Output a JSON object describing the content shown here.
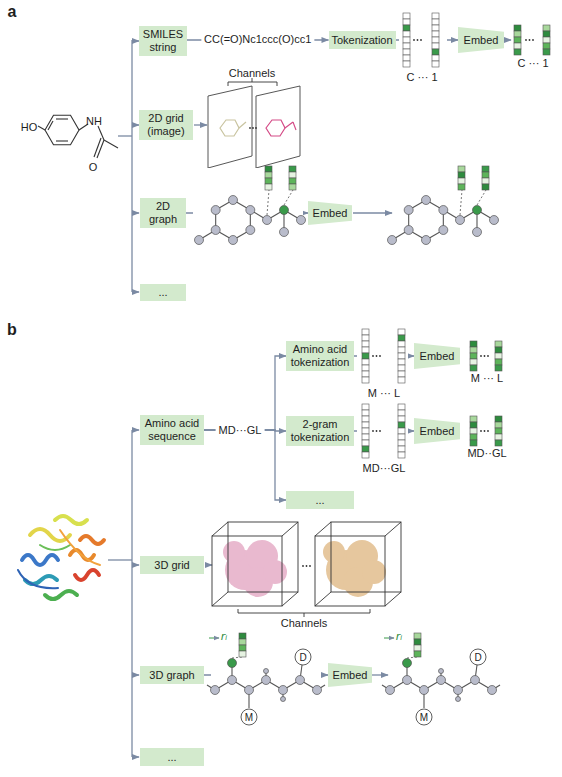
{
  "diagram": {
    "nodes": [
      {
        "text": [
          "SMILES string"
        ]
      },
      {
        "text": [
          "Tokenization"
        ]
      },
      {
        "text": [
          "Embed"
        ]
      },
      {
        "text": [
          "2D grid (image)"
        ]
      },
      {
        "text": [
          "2D graph"
        ]
      },
      {
        "text": [
          "Embed"
        ]
      },
      {
        "text": [
          "..."
        ]
      },
      {
        "text": [
          "Amino acid sequence"
        ]
      },
      {
        "text": [
          "Amino acid tokenization"
        ]
      },
      {
        "text": [
          "Embed"
        ]
      },
      {
        "text": [
          "2-gram tokenization"
        ]
      },
      {
        "text": [
          "Embed"
        ]
      },
      {
        "text": [
          "..."
        ]
      },
      {
        "text": [
          "3D grid"
        ]
      },
      {
        "text": [
          "3D graph"
        ]
      },
      {
        "text": [
          "Embed"
        ]
      },
      {
        "text": [
          "..."
        ]
      }
    ],
    "edges": [
      {
        "from": 0,
        "to": 1,
        "arrow": "to",
        "label": "CC(=O)Nc1ccc(O)cc1"
      },
      {
        "from": 1,
        "to": 2,
        "arrow": "to"
      },
      {
        "from": 4,
        "to": 5,
        "arrow": "to"
      },
      {
        "from": 7,
        "to": 8,
        "arrow": "to"
      },
      {
        "from": 7,
        "to": 10,
        "arrow": "to"
      },
      {
        "from": 7,
        "to": 12,
        "arrow": "to"
      },
      {
        "from": 8,
        "to": 9,
        "arrow": "to"
      },
      {
        "from": 10,
        "to": 11,
        "arrow": "to"
      },
      {
        "from": 14,
        "to": 15,
        "arrow": "to"
      }
    ],
    "labels": [
      "a",
      "b",
      "HO",
      "NH",
      "O",
      "C ··· 1",
      "C ··· 1",
      "Channels",
      "MD···GL",
      "M ··· L",
      "M ··· L",
      "MD···GL",
      "MD··GL",
      "Channels",
      "rᵢ",
      "D",
      "M",
      "rᵢ",
      "D",
      "M"
    ]
  }
}
